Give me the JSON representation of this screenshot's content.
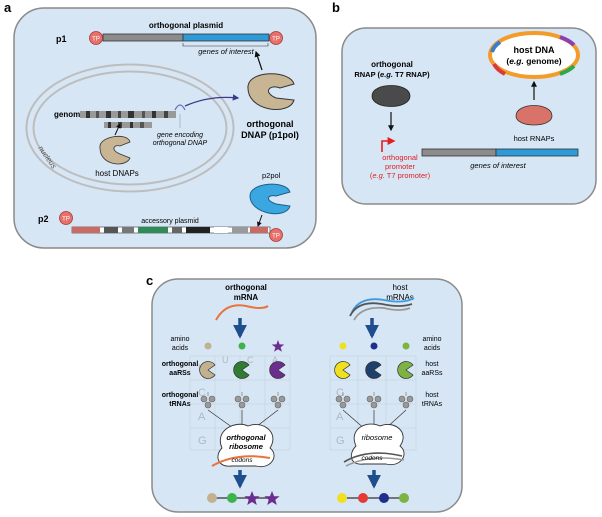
{
  "panel_labels": {
    "a": "a",
    "b": "b",
    "c": "c"
  },
  "panel_a": {
    "p1_label": "p1",
    "p2_label": "p2",
    "tp": "TP",
    "orthogonal_plasmid": "orthogonal plasmid",
    "genes_of_interest": "genes of interest",
    "genome": "genome",
    "nucleus": "nucleus",
    "gene_encoding_line1": "gene encoding",
    "gene_encoding_line2": "orthogonal DNAP",
    "host_dnaps": "host DNAPs",
    "orthogonal_dnap_line1": "orthogonal",
    "orthogonal_dnap_line2": "DNAP (p1pol)",
    "p2pol": "p2pol",
    "accessory_plasmid": "accessory plasmid"
  },
  "panel_b": {
    "orthogonal_rnap_line1": "orthogonal",
    "orthogonal_rnap_line2a": "RNAP (",
    "orthogonal_rnap_line2b": "e.g.",
    "orthogonal_rnap_line2c": " T7 RNAP)",
    "host_dna_line1": "host DNA",
    "host_dna_line2a": "(",
    "host_dna_line2b": "e.g.",
    "host_dna_line2c": " genome)",
    "host_rnaps": "host RNAPs",
    "promoter_line1": "orthogonal",
    "promoter_line2": "promoter",
    "promoter_line3a": "(",
    "promoter_line3b": "e.g.",
    "promoter_line3c": " T7 promoter)",
    "genes_of_interest": "genes of interest"
  },
  "panel_c": {
    "orthogonal_mrna_line1": "orthogonal",
    "orthogonal_mrna_line2": "mRNA",
    "host_mrnas_line1": "host",
    "host_mrnas_line2": "mRNAs",
    "amino_acids_line1": "amino",
    "amino_acids_line2": "acids",
    "orthogonal_aarss_line1": "orthogonal",
    "orthogonal_aarss_line2": "aaRSs",
    "orthogonal_trnas_line1": "orthogonal",
    "orthogonal_trnas_line2": "tRNAs",
    "host_aarss_line1": "host",
    "host_aarss_line2": "aaRSs",
    "host_trnas_line1": "host",
    "host_trnas_line2": "tRNAs",
    "orthogonal_ribosome_line1": "orthogonal",
    "orthogonal_ribosome_line2": "ribosome",
    "ribosome": "ribosome",
    "codons": "codons",
    "codon_letters": [
      "U",
      "C",
      "A",
      "G"
    ]
  },
  "colors": {
    "panel_bg": "#d7e6f5",
    "panel_border": "#8a8a8a",
    "tp_red": "#e8706a",
    "gene_blue": "#2e9ad8",
    "backbone_gray": "#8c8c8c",
    "dnap_tan": "#c7b594",
    "p2pol_blue": "#3aa7e0",
    "host_rnap_salmon": "#d9736a",
    "t7_rnap_dark": "#4a4a4a",
    "promoter_red": "#e02020",
    "arrow_navy": "#1f4e8c",
    "mrna_orange": "#e8743c",
    "aa_tan": "#c2b08f",
    "aa_green": "#3cb44b",
    "aa_purple": "#6b2d8f",
    "aa_yellow": "#f0e020",
    "aa_navy": "#1f2f8c",
    "aa_lime": "#7cb342",
    "aa_red": "#e53935"
  }
}
